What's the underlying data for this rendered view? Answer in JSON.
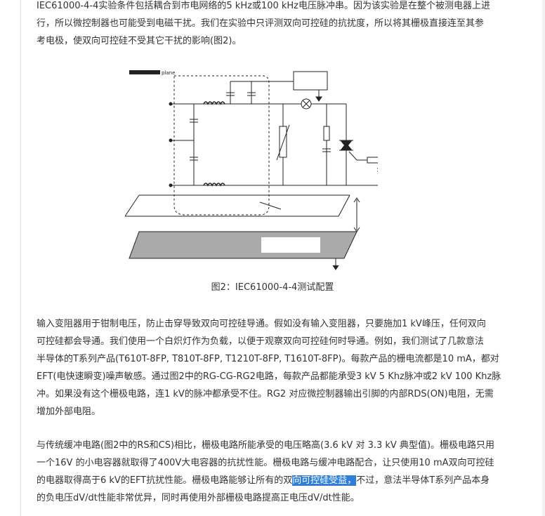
{
  "intro_paragraph": {
    "lines": [
      "IEC61000-4-4实验条件包括耦合到市电网络的5 kHz或100 kHz电压脉冲串。因为该实验是在整个被测电器上进",
      "行，所以微控制器也可能受到电磁干扰。我们在实验中只评测双向可控硅的抗扰度，所以将其栅极直接连至其参",
      "考电极，使双向可控硅不受其它干扰的影响(图2)。"
    ]
  },
  "figure": {
    "label_overprint": "plane",
    "caption": "图2：IEC61000-4-4测试配置"
  },
  "varistor_paragraph": {
    "lines": [
      "输入变阻器用于钳制电压，防止击穿导致双向可控硅导通。假如没有输入变阻器，只要施加1 kV峰压，任何双向",
      "可控硅都会导通。我们使用一个白炽灯作为负载，以便于观察双向可控硅何时导通。例如，我们测试了几款意法",
      "半导体的T系列产品(T610T-8FP, T810T-8FP, T1210T-8FP, T1610T-8FP)。每款产品的栅电流都是10 mA，都对",
      "EFT(电快速瞬变)噪声敏感。通过图2中的RG-CG-RG2电路，每款产品都能承受3 kV 5 Khz脉冲或2 kV 100 Khz脉",
      "冲。如果没有这个栅极电路，连1 kV的脉冲都承受不住。RG2 对应微控制器输出引脚的内部RDS(ON)电阻，无需",
      "增加外部电阻。"
    ]
  },
  "snubber_paragraph": {
    "lines": [
      "与传统缓冲电路(图2中的RS和CS)相比，栅极电路所能承受的电压略高(3.6 kV 对 3.3 kV 典型值)。栅极电路只用",
      "一个16V 的小电容器就取得了400V大电容器的抗扰性能。栅极电路与缓冲电路配合，让只使用10 mA双向可控硅",
      "的电器取得高于6 kV的EFT抗扰性能。栅极电路能够让所有的双",
      "向可控硅受益，",
      "不过，意法半导体T系列产品本身",
      "的负电压dV/dt性能非常优异，同时再使用外部栅极电路提高正电压dV/dt性能。"
    ]
  }
}
